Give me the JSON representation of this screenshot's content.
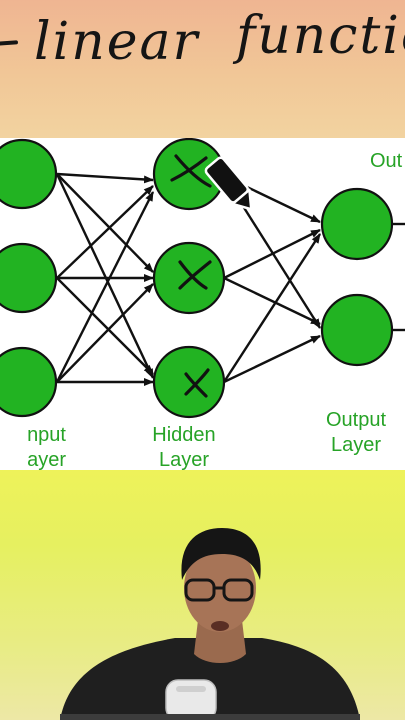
{
  "header": {
    "handwritten_part1": "linear",
    "handwritten_part2": "functio"
  },
  "diagram": {
    "layers": {
      "input": {
        "label_line1": "nput",
        "label_line2": "ayer"
      },
      "hidden": {
        "label_line1": "Hidden",
        "label_line2": "Layer"
      },
      "output": {
        "label_line1": "Output",
        "label_line2": "Layer",
        "top_label": "Out"
      }
    },
    "node_color": "#22b322",
    "label_color": "#27a327"
  },
  "icons": [
    "pencil-icon",
    "microphone-icon"
  ]
}
